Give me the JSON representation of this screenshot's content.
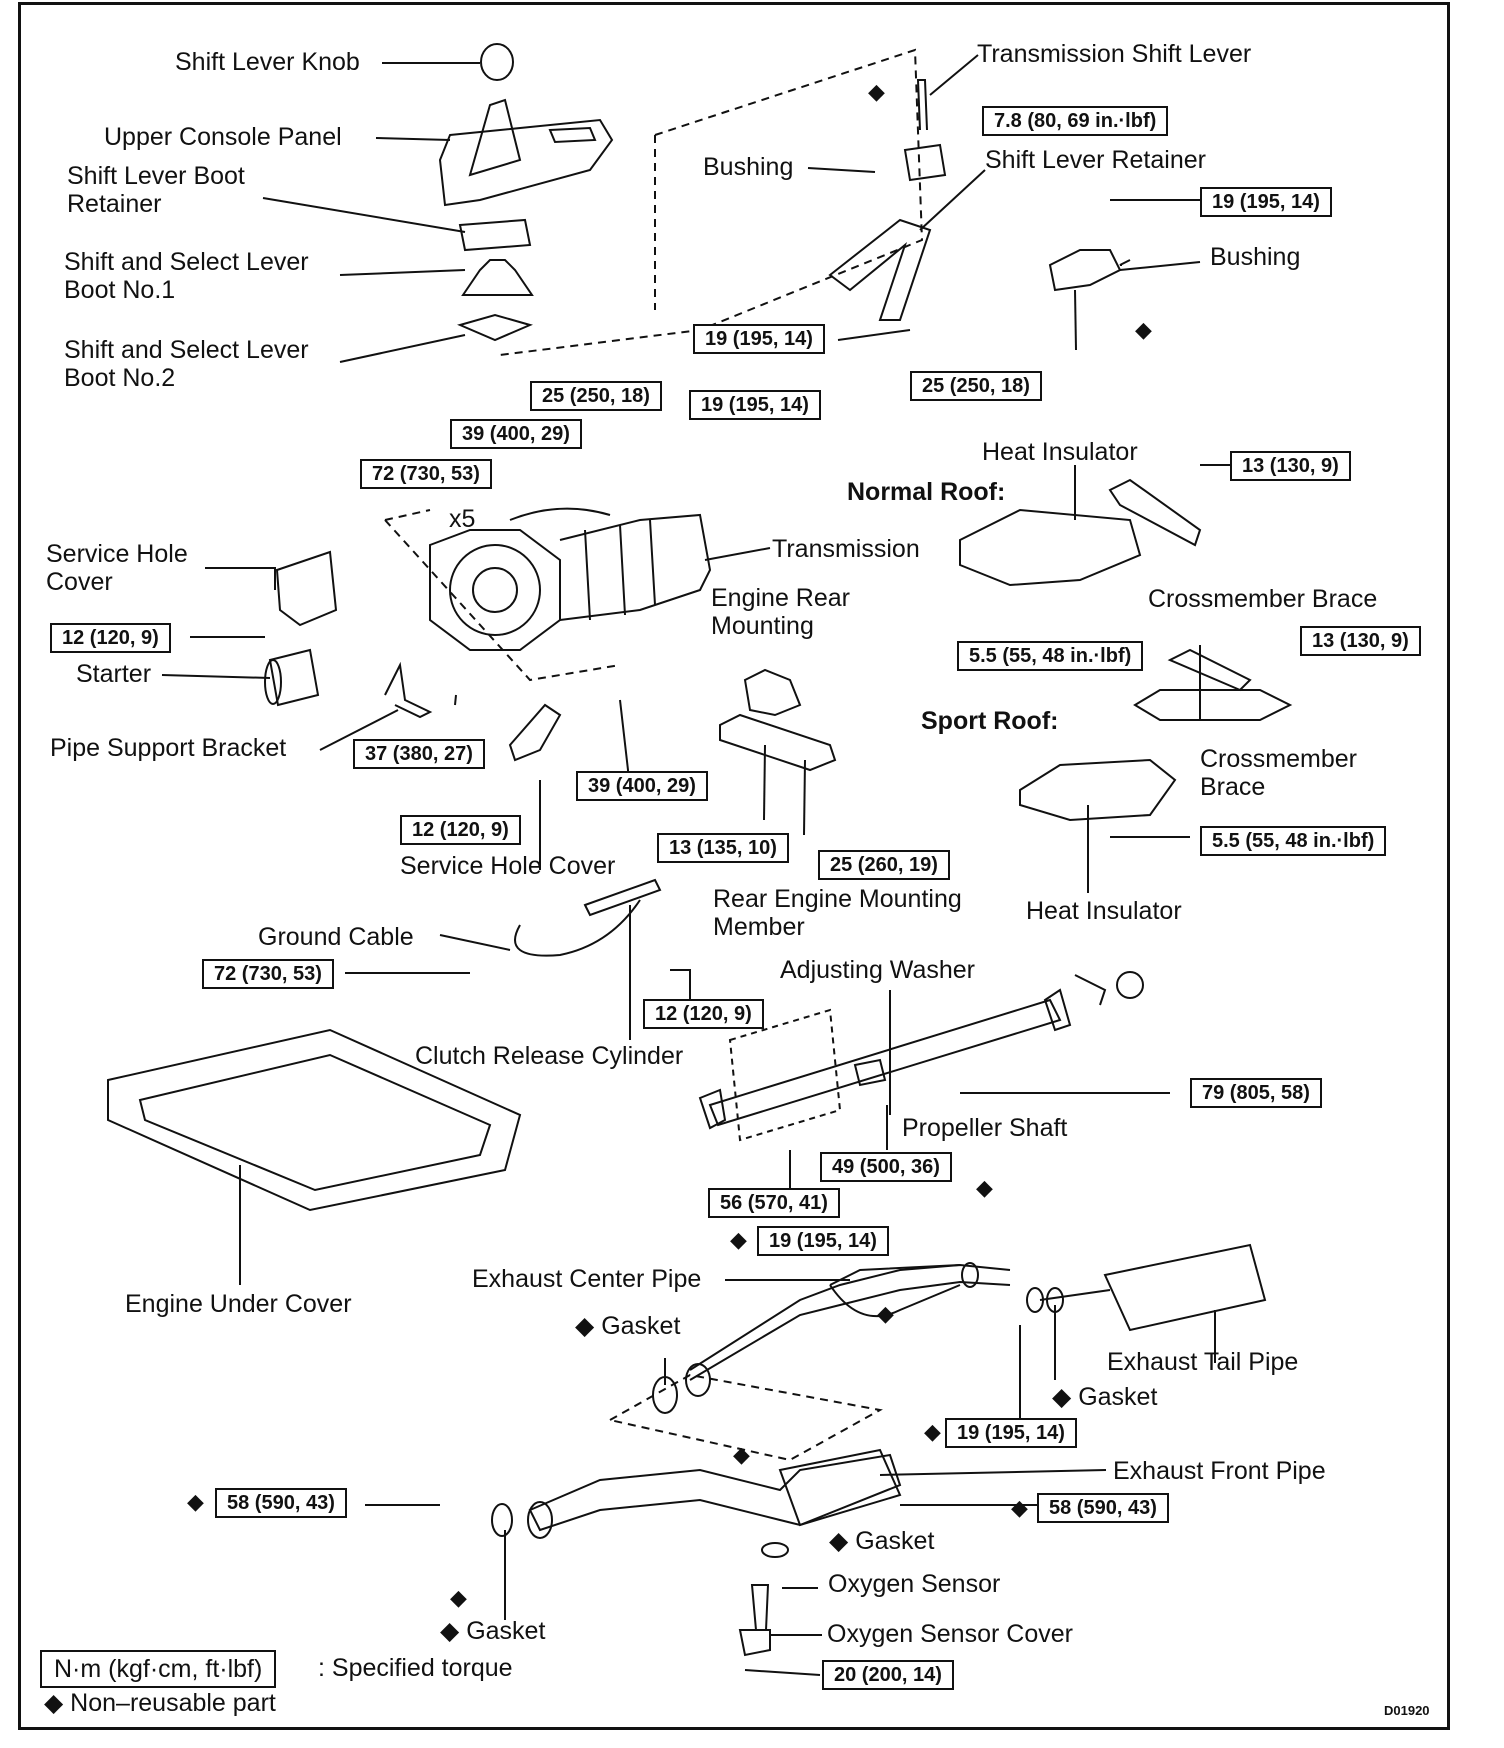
{
  "labels": {
    "shift_lever_knob": "Shift Lever Knob",
    "upper_console_panel": "Upper Console Panel",
    "shift_lever_boot_retainer": "Shift Lever Boot Retainer",
    "boot_no1": "Shift and Select Lever Boot No.1",
    "boot_no2": "Shift and Select Lever Boot No.2",
    "transmission_shift_lever": "Transmission Shift Lever",
    "bushing_upper": "Bushing",
    "shift_lever_retainer": "Shift Lever Retainer",
    "bushing_right": "Bushing",
    "heat_insulator_top": "Heat Insulator",
    "normal_roof": "Normal Roof:",
    "transmission": "Transmission",
    "crossmember_brace_top": "Crossmember Brace",
    "service_hole_cover_left": "Service Hole Cover",
    "engine_rear_mounting": "Engine Rear Mounting",
    "starter": "Starter",
    "sport_roof": "Sport Roof:",
    "crossmember_brace_sport": "Crossmember Brace",
    "pipe_support_bracket": "Pipe Support Bracket",
    "service_hole_cover_bottom": "Service Hole Cover",
    "rear_engine_mounting_member": "Rear Engine Mounting Member",
    "heat_insulator_bottom": "Heat Insulator",
    "ground_cable": "Ground Cable",
    "adjusting_washer": "Adjusting Washer",
    "clutch_release_cylinder": "Clutch Release Cylinder",
    "propeller_shaft": "Propeller Shaft",
    "engine_under_cover": "Engine Under Cover",
    "exhaust_center_pipe": "Exhaust Center Pipe",
    "gasket_center": "Gasket",
    "exhaust_tail_pipe": "Exhaust Tail Pipe",
    "gasket_tail": "Gasket",
    "exhaust_front_pipe": "Exhaust Front Pipe",
    "gasket_front": "Gasket",
    "oxygen_sensor": "Oxygen Sensor",
    "gasket_bottom": "Gasket",
    "oxygen_sensor_cover": "Oxygen Sensor Cover",
    "x5": "x5"
  },
  "torques": {
    "t_shift_lever": "7.8 (80, 69 in.·lbf)",
    "t_bushing_right": "19 (195, 14)",
    "t_retainer_left": "19 (195, 14)",
    "t_retainer_right": "25 (250, 18)",
    "t_trans_a": "25 (250, 18)",
    "t_trans_b": "19 (195, 14)",
    "t_trans_c": "39 (400, 29)",
    "t_trans_d": "72 (730, 53)",
    "t_heat_normal": "13 (130, 9)",
    "t_service_cover": "12 (120, 9)",
    "t_heat_normal_bottom": "5.5 (55, 48 in.·lbf)",
    "t_heat_sport": "13 (130, 9)",
    "t_pipe_bracket": "37 (380, 27)",
    "t_trans_e": "39 (400, 29)",
    "t_service_cover2": "12 (120, 9)",
    "t_mount_a": "13 (135, 10)",
    "t_mount_b": "25 (260, 19)",
    "t_heat_sport_bottom": "5.5 (55, 48 in.·lbf)",
    "t_ground": "72 (730, 53)",
    "t_clutch": "12 (120, 9)",
    "t_prop_rear": "79 (805, 58)",
    "t_prop_center": "49 (500, 36)",
    "t_prop_front": "56 (570, 41)",
    "t_center_pipe": "19 (195, 14)",
    "t_tail_pipe": "19 (195, 14)",
    "t_front_pipe_left": "58 (590, 43)",
    "t_front_pipe_right": "58 (590, 43)",
    "t_o2": "20 (200, 14)"
  },
  "legend": {
    "unit_box": "N·m (kgf·cm, ft·lbf)",
    "unit_desc": ": Specified torque",
    "non_reusable": "◆ Non–reusable part"
  },
  "figure_code": "D01920",
  "symbols": {
    "non_reusable": "◆"
  }
}
